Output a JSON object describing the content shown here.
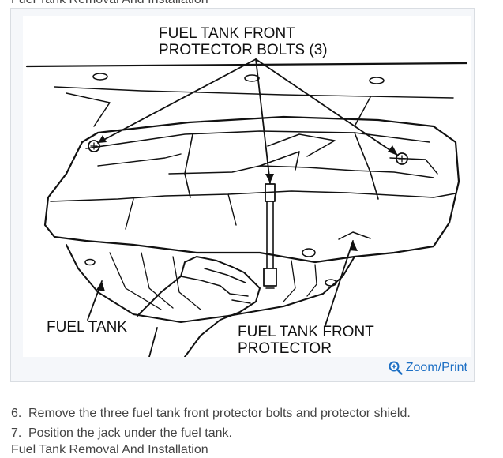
{
  "captions": {
    "top": "Fuel Tank Removal And Installation",
    "bottom": "Fuel Tank Removal And Installation"
  },
  "figure": {
    "labels": {
      "bolts_line1": "FUEL TANK FRONT",
      "bolts_line2": "PROTECTOR BOLTS (3)",
      "fuel_tank": "FUEL TANK",
      "protector_line1": "FUEL TANK FRONT",
      "protector_line2": "PROTECTOR"
    },
    "zoom_label": "Zoom/Print",
    "zoom_icon": "magnifier-plus-icon",
    "accent_color": "#1c6fc4"
  },
  "steps": [
    {
      "num": "6.",
      "text": "Remove the three fuel tank front protector bolts and protector shield."
    },
    {
      "num": "7.",
      "text": "Position the jack under the fuel tank."
    }
  ]
}
